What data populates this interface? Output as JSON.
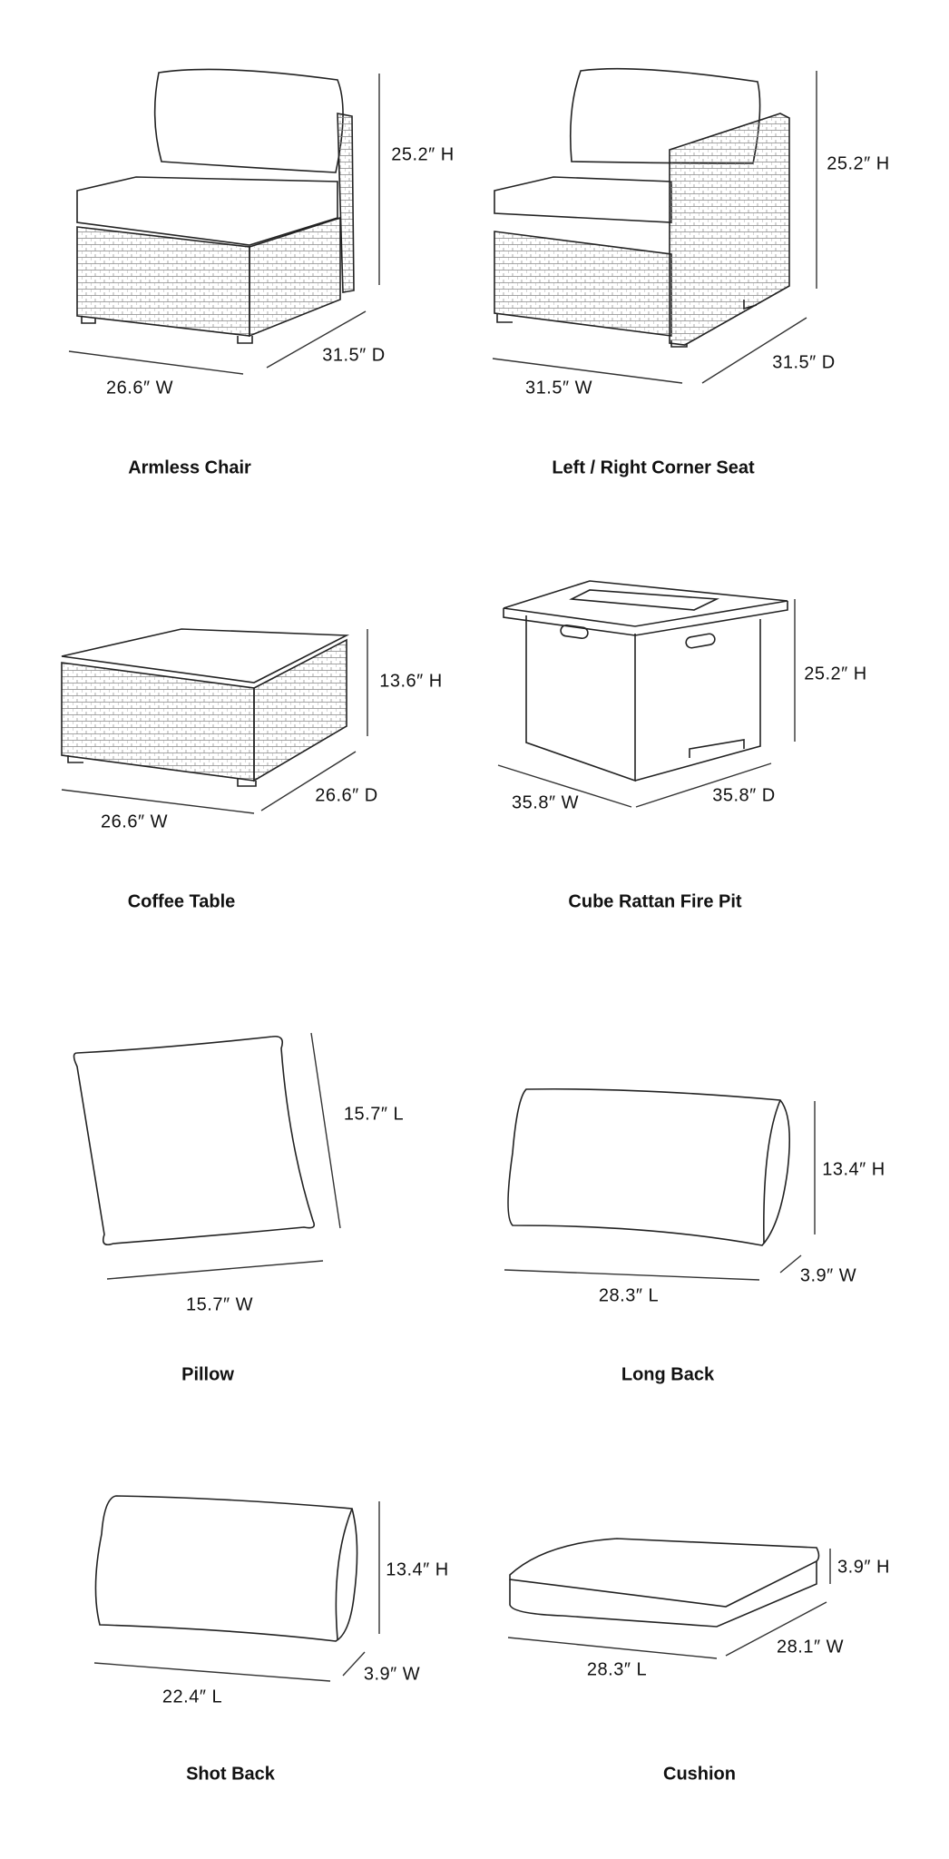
{
  "items": [
    {
      "name": "Armless Chair",
      "dims": [
        "25.2″ H",
        "31.5″ D",
        "26.6″ W"
      ]
    },
    {
      "name": "Left / Right Corner Seat",
      "dims": [
        "25.2″ H",
        "31.5″ D",
        "31.5″ W"
      ]
    },
    {
      "name": "Coffee Table",
      "dims": [
        "13.6″ H",
        "26.6″ D",
        "26.6″ W"
      ]
    },
    {
      "name": "Cube Rattan Fire Pit",
      "dims": [
        "25.2″ H",
        "35.8″ W",
        "35.8″ D"
      ]
    },
    {
      "name": "Pillow",
      "dims": [
        "15.7″ L",
        "15.7″ W"
      ]
    },
    {
      "name": "Long Back",
      "dims": [
        "13.4″ H",
        "3.9″ W",
        "28.3″ L"
      ]
    },
    {
      "name": "Shot Back",
      "dims": [
        "13.4″ H",
        "3.9″ W",
        "22.4″ L"
      ]
    },
    {
      "name": "Cushion",
      "dims": [
        "3.9″ H",
        "28.1″ W",
        "28.3″ L"
      ]
    }
  ]
}
